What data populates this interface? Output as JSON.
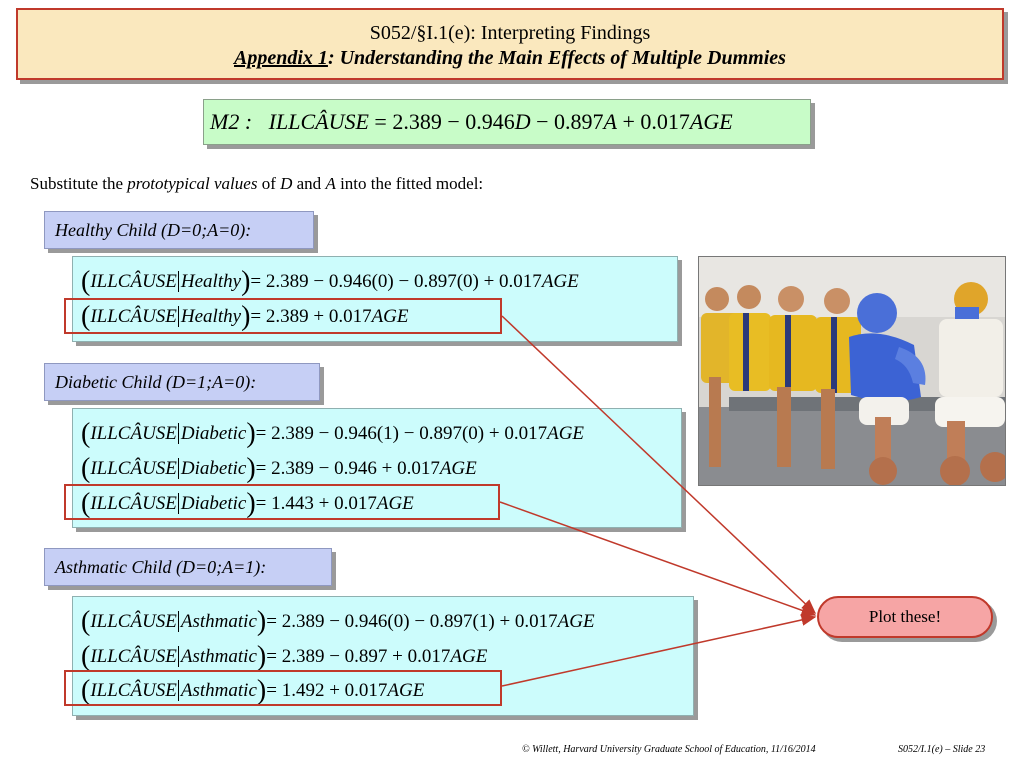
{
  "title": {
    "line1": "S052/§I.1(e): Interpreting Findings",
    "line2_underlined": "Appendix 1",
    "line2_rest": ": Understanding the Main Effects of Multiple Dummies"
  },
  "model": {
    "label": "M2 :",
    "lhs": "ILLCÂUSE",
    "rhs": "= 2.389 − 0.946",
    "d": "D",
    "minus_a": " − 0.897",
    "a": "A",
    "plus_age": " + 0.017",
    "age": "AGE"
  },
  "substitute": {
    "pre": "Substitute the ",
    "italic": "prototypical values",
    "mid1": " of ",
    "d": "D",
    "mid2": " and ",
    "a": "A",
    "post": " into the fitted model:"
  },
  "groups": [
    {
      "label": "Healthy Child (D=0;A=0):",
      "condition": "Healthy",
      "equations": [
        {
          "rhs": "= 2.389 − 0.946(0) − 0.897(0) + 0.017",
          "age": "AGE"
        },
        {
          "rhs": "= 2.389 + 0.017",
          "age": "AGE"
        }
      ]
    },
    {
      "label": "Diabetic Child (D=1;A=0):",
      "condition": "Diabetic",
      "equations": [
        {
          "rhs": "= 2.389 − 0.946(1) − 0.897(0) + 0.017",
          "age": "AGE"
        },
        {
          "rhs": "= 2.389 − 0.946 + 0.017",
          "age": "AGE"
        },
        {
          "rhs": "= 1.443 + 0.017",
          "age": "AGE"
        }
      ]
    },
    {
      "label": "Asthmatic Child (D=0;A=1):",
      "condition": "Asthmatic",
      "equations": [
        {
          "rhs": "= 2.389 − 0.946(0) − 0.897(1) + 0.017",
          "age": "AGE"
        },
        {
          "rhs": "= 2.389 − 0.897 + 0.017",
          "age": "AGE"
        },
        {
          "rhs": "= 1.492 + 0.017",
          "age": "AGE"
        }
      ]
    }
  ],
  "lhs_var": "ILLCÂUSE",
  "plot_button": "Plot these!",
  "footer": {
    "left": "© Willett, Harvard University Graduate School of Education, 11/16/2014",
    "right": "S052/I.1(e) – Slide 23"
  },
  "colors": {
    "title_bg": "#fae8be",
    "accent_red": "#c0392b",
    "model_bg": "#c8fcc8",
    "label_bg": "#c6cff5",
    "eq_bg": "#ccfcfc",
    "button_bg": "#f6a5a5"
  }
}
